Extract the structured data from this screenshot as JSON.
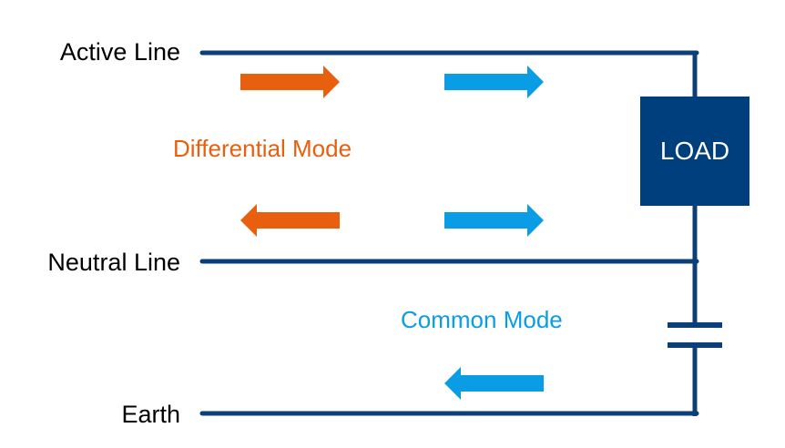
{
  "labels": {
    "active_line": "Active Line",
    "neutral_line": "Neutral Line",
    "earth": "Earth",
    "differential_mode": "Differential Mode",
    "common_mode": "Common Mode",
    "load": "LOAD"
  },
  "colors": {
    "wire": "#0b3f7a",
    "load_fill": "#003f7d",
    "differential": "#e8600f",
    "common": "#0a9de6",
    "text": "#000000"
  },
  "arrows": [
    {
      "name": "differential-arrow-active-right",
      "mode": "differential",
      "direction": "right"
    },
    {
      "name": "common-arrow-active-right",
      "mode": "common",
      "direction": "right"
    },
    {
      "name": "differential-arrow-neutral-left",
      "mode": "differential",
      "direction": "left"
    },
    {
      "name": "common-arrow-neutral-right",
      "mode": "common",
      "direction": "right"
    },
    {
      "name": "common-arrow-earth-left",
      "mode": "common",
      "direction": "left"
    }
  ]
}
